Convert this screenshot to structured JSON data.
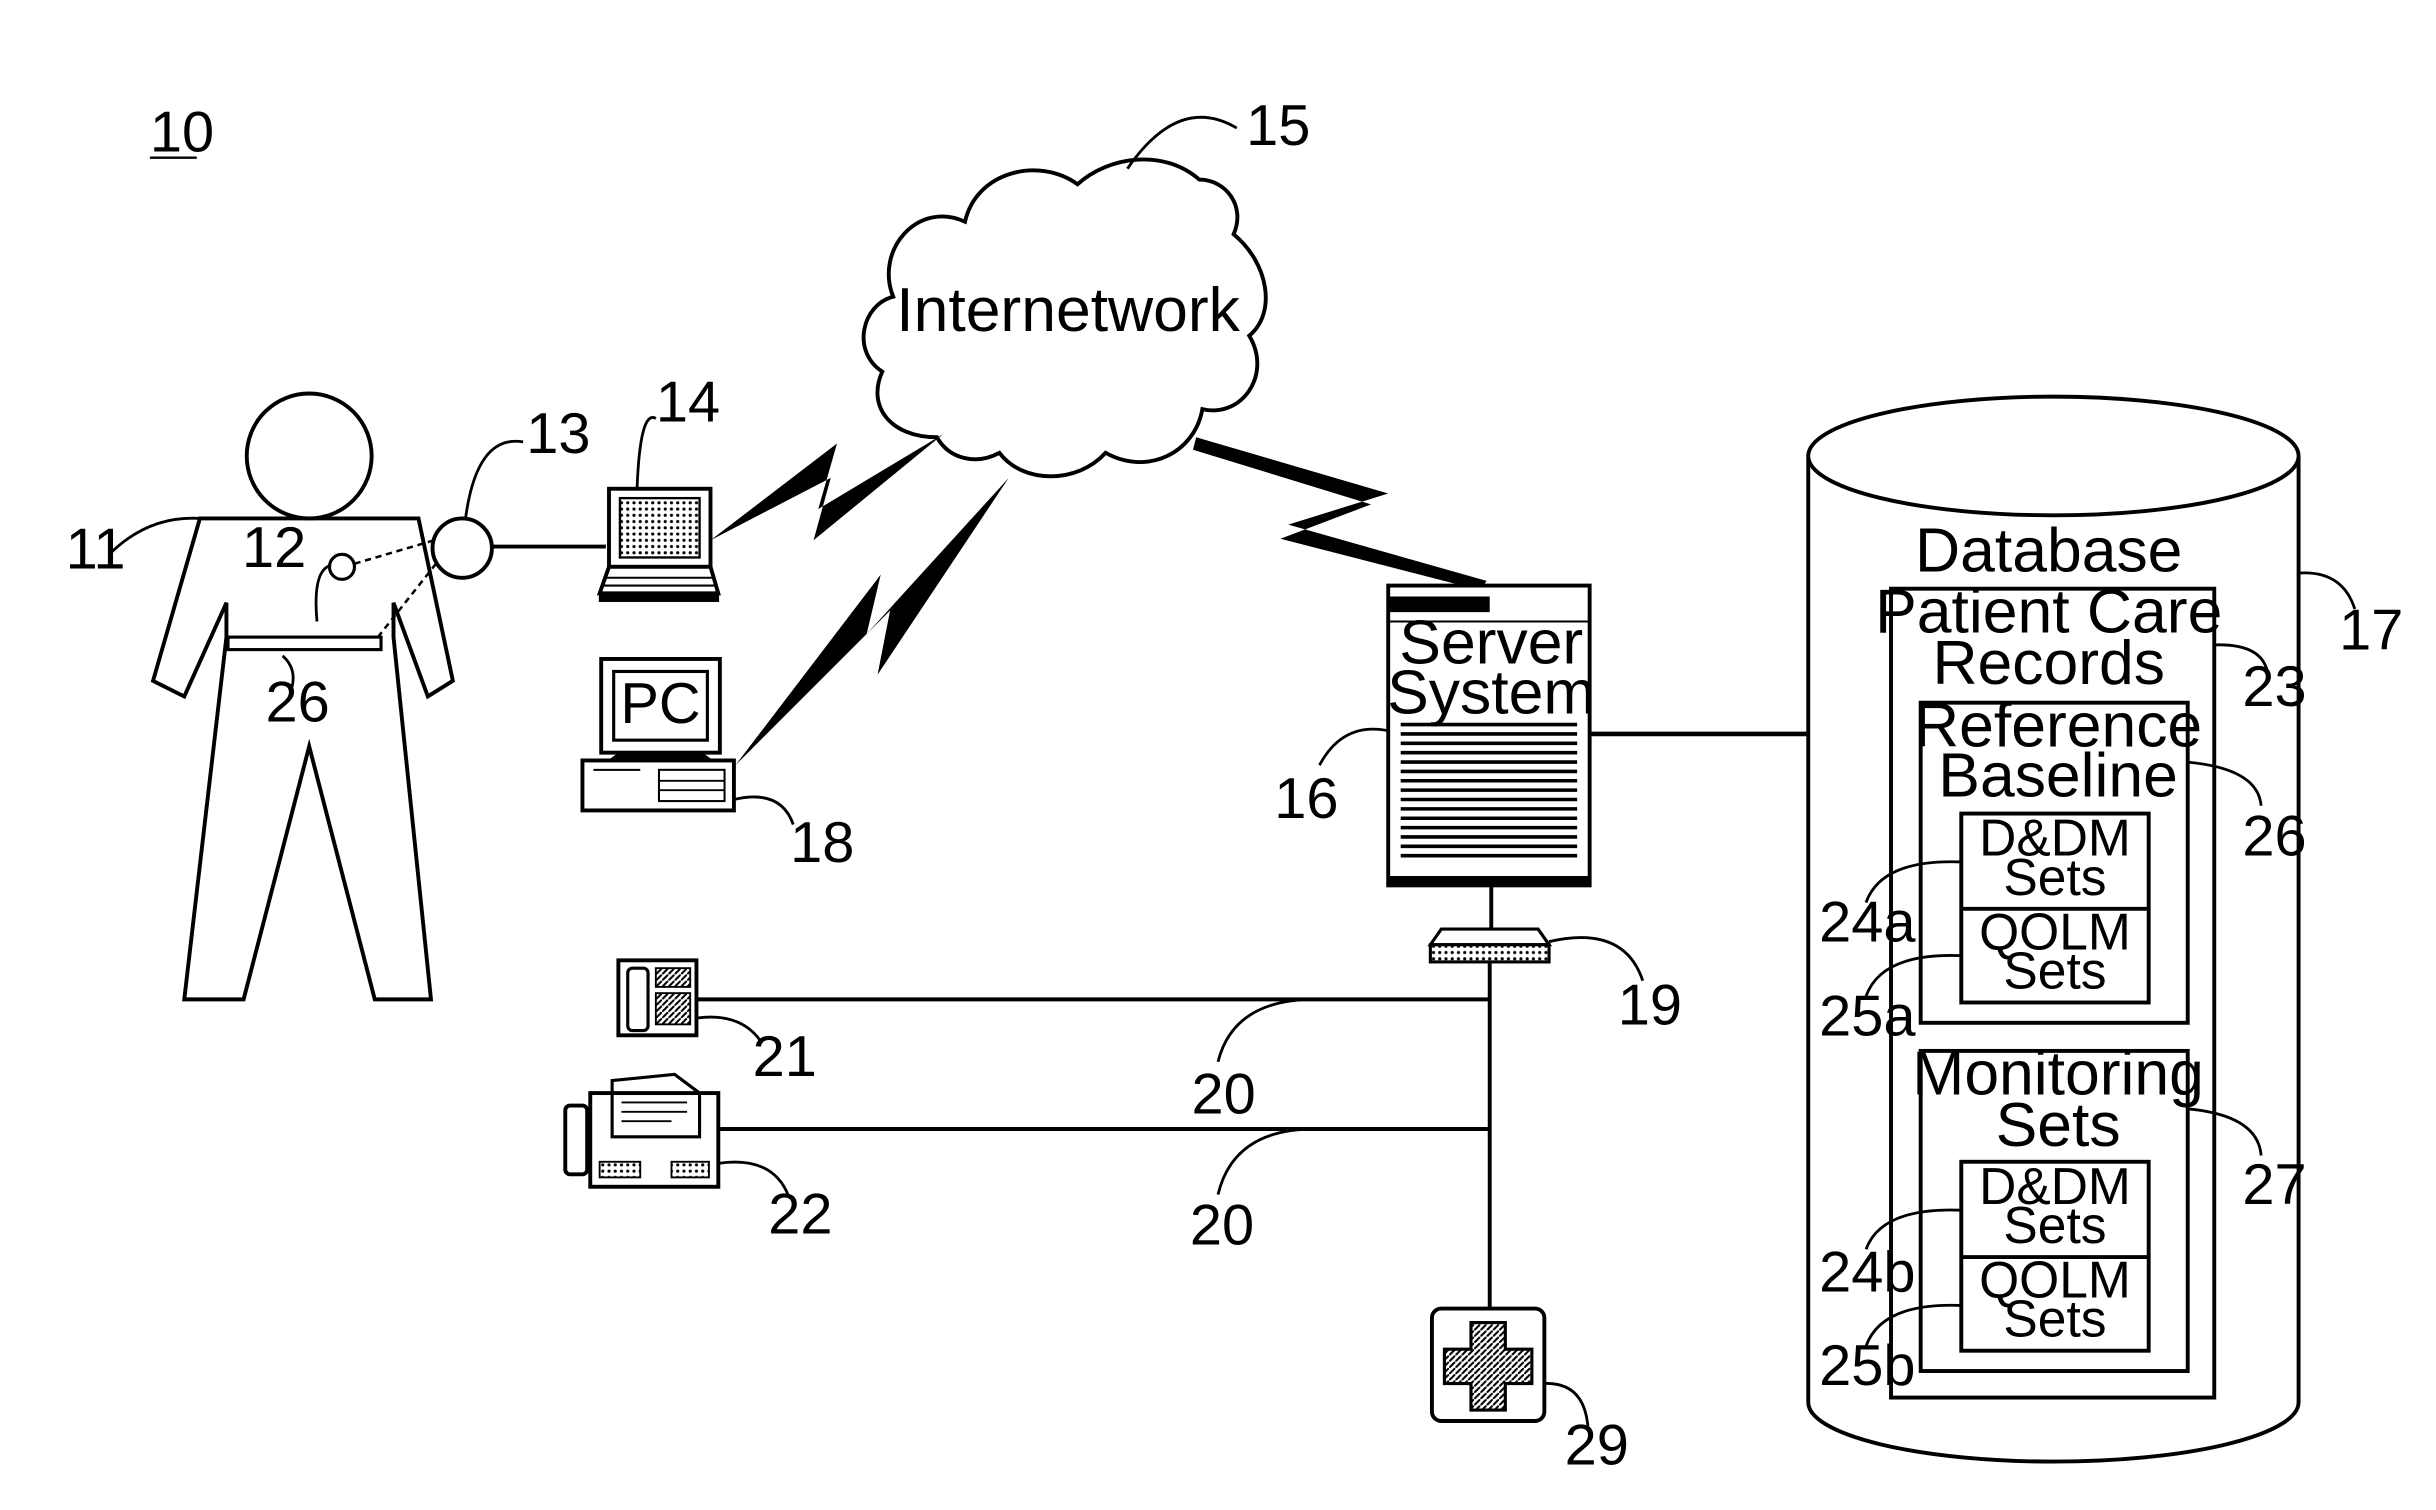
{
  "figure_number": "10",
  "patient": {
    "ref": "11",
    "sensor_ref": "12",
    "belt_ref": "26",
    "node_ref": "13"
  },
  "laptop": {
    "ref": "14"
  },
  "pc": {
    "ref": "18",
    "screen_label": "PC"
  },
  "internetwork": {
    "label": "Internetwork",
    "ref": "15"
  },
  "server": {
    "line1": "Server",
    "line2": "System",
    "ref": "16"
  },
  "router": {
    "ref": "19"
  },
  "phone": {
    "ref": "21"
  },
  "fax": {
    "ref": "22"
  },
  "phone_line": {
    "ref": "20"
  },
  "fax_line": {
    "ref": "20"
  },
  "hospital": {
    "ref": "29"
  },
  "database": {
    "title": "Database",
    "ref": "17",
    "patient_care": {
      "line1": "Patient Care",
      "line2": "Records",
      "ref": "23"
    },
    "reference_baseline": {
      "line1": "Reference",
      "line2": "Baseline",
      "ref": "26",
      "ddm": {
        "line1": "D&DM",
        "line2": "Sets",
        "ref": "24a"
      },
      "qolm": {
        "line1": "QOLM",
        "line2": "Sets",
        "ref": "25a"
      }
    },
    "monitoring": {
      "line1": "Monitoring",
      "line2": "Sets",
      "ref": "27",
      "ddm": {
        "line1": "D&DM",
        "line2": "Sets",
        "ref": "24b"
      },
      "qolm": {
        "line1": "QOLM",
        "line2": "Sets",
        "ref": "25b"
      }
    }
  }
}
